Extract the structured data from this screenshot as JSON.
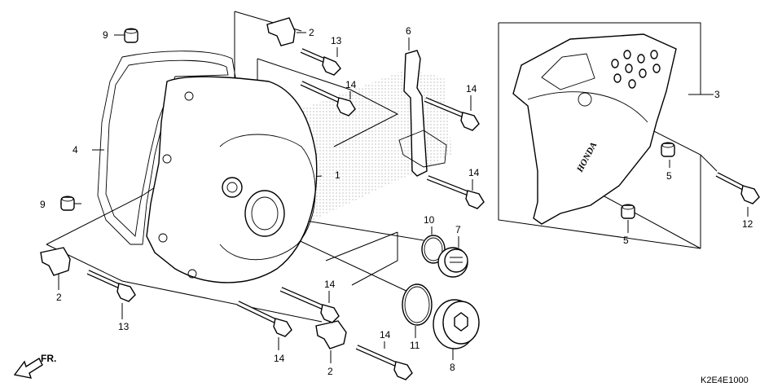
{
  "diagram": {
    "callouts": [
      {
        "id": "c9a",
        "label": "9"
      },
      {
        "id": "c2a",
        "label": "2"
      },
      {
        "id": "c13a",
        "label": "13"
      },
      {
        "id": "c14a",
        "label": "14"
      },
      {
        "id": "c6",
        "label": "6"
      },
      {
        "id": "c14b",
        "label": "14"
      },
      {
        "id": "c3",
        "label": "3"
      },
      {
        "id": "c4",
        "label": "4"
      },
      {
        "id": "c1",
        "label": "1"
      },
      {
        "id": "c14c",
        "label": "14"
      },
      {
        "id": "c5a",
        "label": "5"
      },
      {
        "id": "c12",
        "label": "12"
      },
      {
        "id": "c9b",
        "label": "9"
      },
      {
        "id": "c10",
        "label": "10"
      },
      {
        "id": "c7",
        "label": "7"
      },
      {
        "id": "c5b",
        "label": "5"
      },
      {
        "id": "c2b",
        "label": "2"
      },
      {
        "id": "c14d",
        "label": "14"
      },
      {
        "id": "c13b",
        "label": "13"
      },
      {
        "id": "c14e",
        "label": "14"
      },
      {
        "id": "c14f",
        "label": "14"
      },
      {
        "id": "c11",
        "label": "11"
      },
      {
        "id": "c8",
        "label": "8"
      },
      {
        "id": "c2c",
        "label": "2"
      }
    ],
    "front_arrow_label": "FR.",
    "cover_brand": "HONDA",
    "diagram_code": "K2E4E1000"
  }
}
